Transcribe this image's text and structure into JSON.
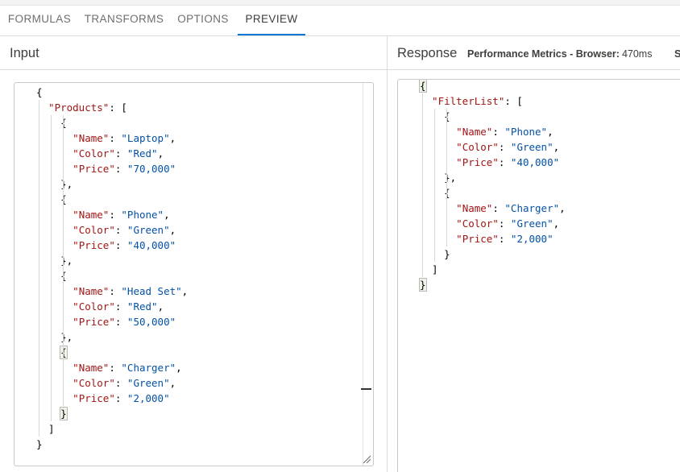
{
  "tabs": [
    {
      "label": "FORMULAS",
      "active": false
    },
    {
      "label": "TRANSFORMS",
      "active": false
    },
    {
      "label": "OPTIONS",
      "active": false
    },
    {
      "label": "PREVIEW",
      "active": true
    }
  ],
  "input": {
    "title": "Input",
    "root_key": "Products",
    "items": [
      {
        "Name": "Laptop",
        "Color": "Red",
        "Price": "70,000"
      },
      {
        "Name": "Phone",
        "Color": "Green",
        "Price": "40,000"
      },
      {
        "Name": "Head Set",
        "Color": "Red",
        "Price": "50,000"
      },
      {
        "Name": "Charger",
        "Color": "Green",
        "Price": "2,000"
      }
    ]
  },
  "response": {
    "title": "Response",
    "metrics_label": "Performance Metrics - Browser:",
    "metrics_value": "470ms",
    "metrics_cut": "S",
    "root_key": "FilterList",
    "items": [
      {
        "Name": "Phone",
        "Color": "Green",
        "Price": "40,000"
      },
      {
        "Name": "Charger",
        "Color": "Green",
        "Price": "2,000"
      }
    ]
  },
  "colors": {
    "accent": "#0176d3",
    "json_key": "#a31515",
    "json_string": "#0451a5"
  }
}
